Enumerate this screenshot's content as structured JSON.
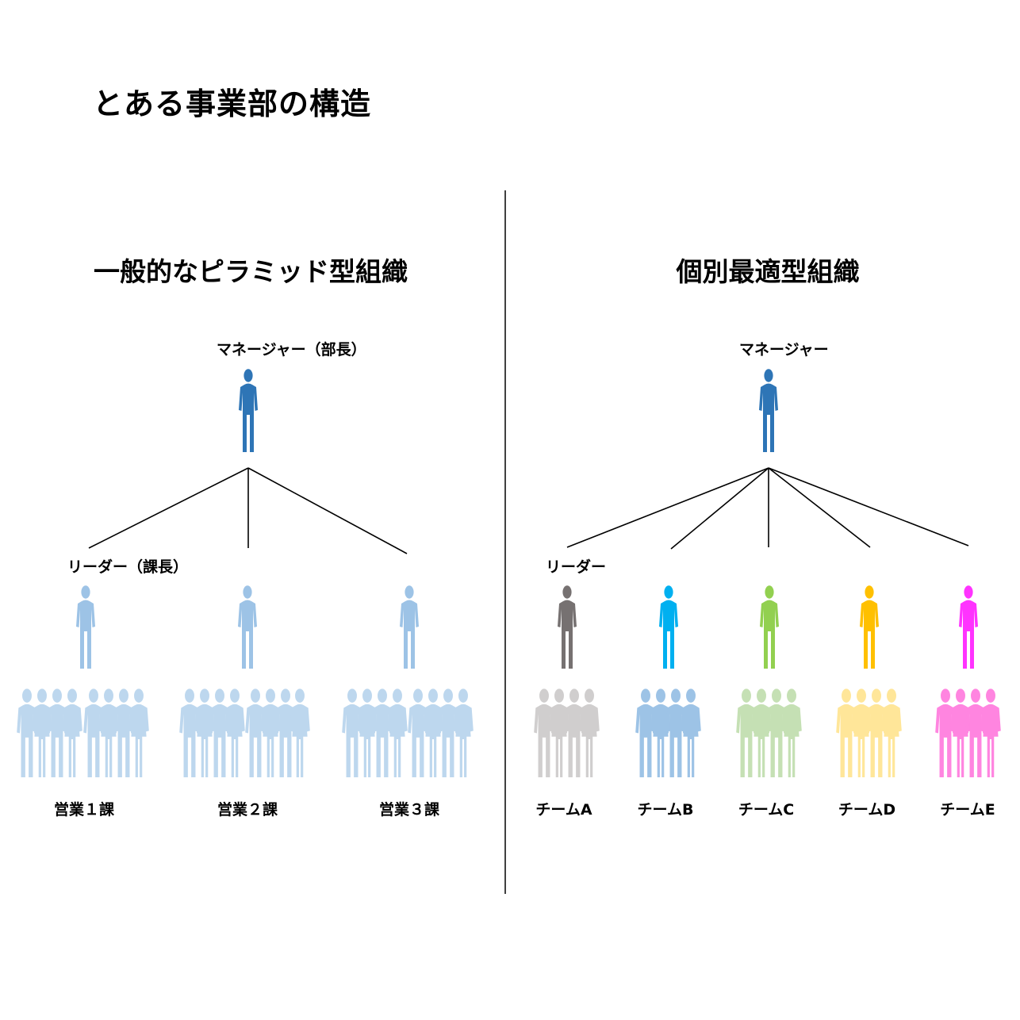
{
  "title": "とある事業部の構造",
  "left": {
    "heading": "一般的なピラミッド型組織",
    "manager_label": "マネージャー（部長）",
    "leader_label": "リーダー（課長）",
    "groups": [
      "営業１課",
      "営業２課",
      "営業３課"
    ],
    "colors": {
      "manager": "#2e75b6",
      "leader": "#9dc3e6",
      "member": "#bdd7ee"
    }
  },
  "right": {
    "heading": "個別最適型組織",
    "manager_label": "マネージャー",
    "leader_label": "リーダー",
    "teams": [
      {
        "name": "チームA",
        "leader_color": "#767171",
        "member_color": "#d0cece"
      },
      {
        "name": "チームB",
        "leader_color": "#00b0f0",
        "member_color": "#9dc3e6"
      },
      {
        "name": "チームC",
        "leader_color": "#92d050",
        "member_color": "#c5e0b4"
      },
      {
        "name": "チームD",
        "leader_color": "#ffc000",
        "member_color": "#ffe699"
      },
      {
        "name": "チームE",
        "leader_color": "#ff33ff",
        "member_color": "#ff85e0"
      }
    ],
    "colors": {
      "manager": "#2e75b6"
    }
  }
}
